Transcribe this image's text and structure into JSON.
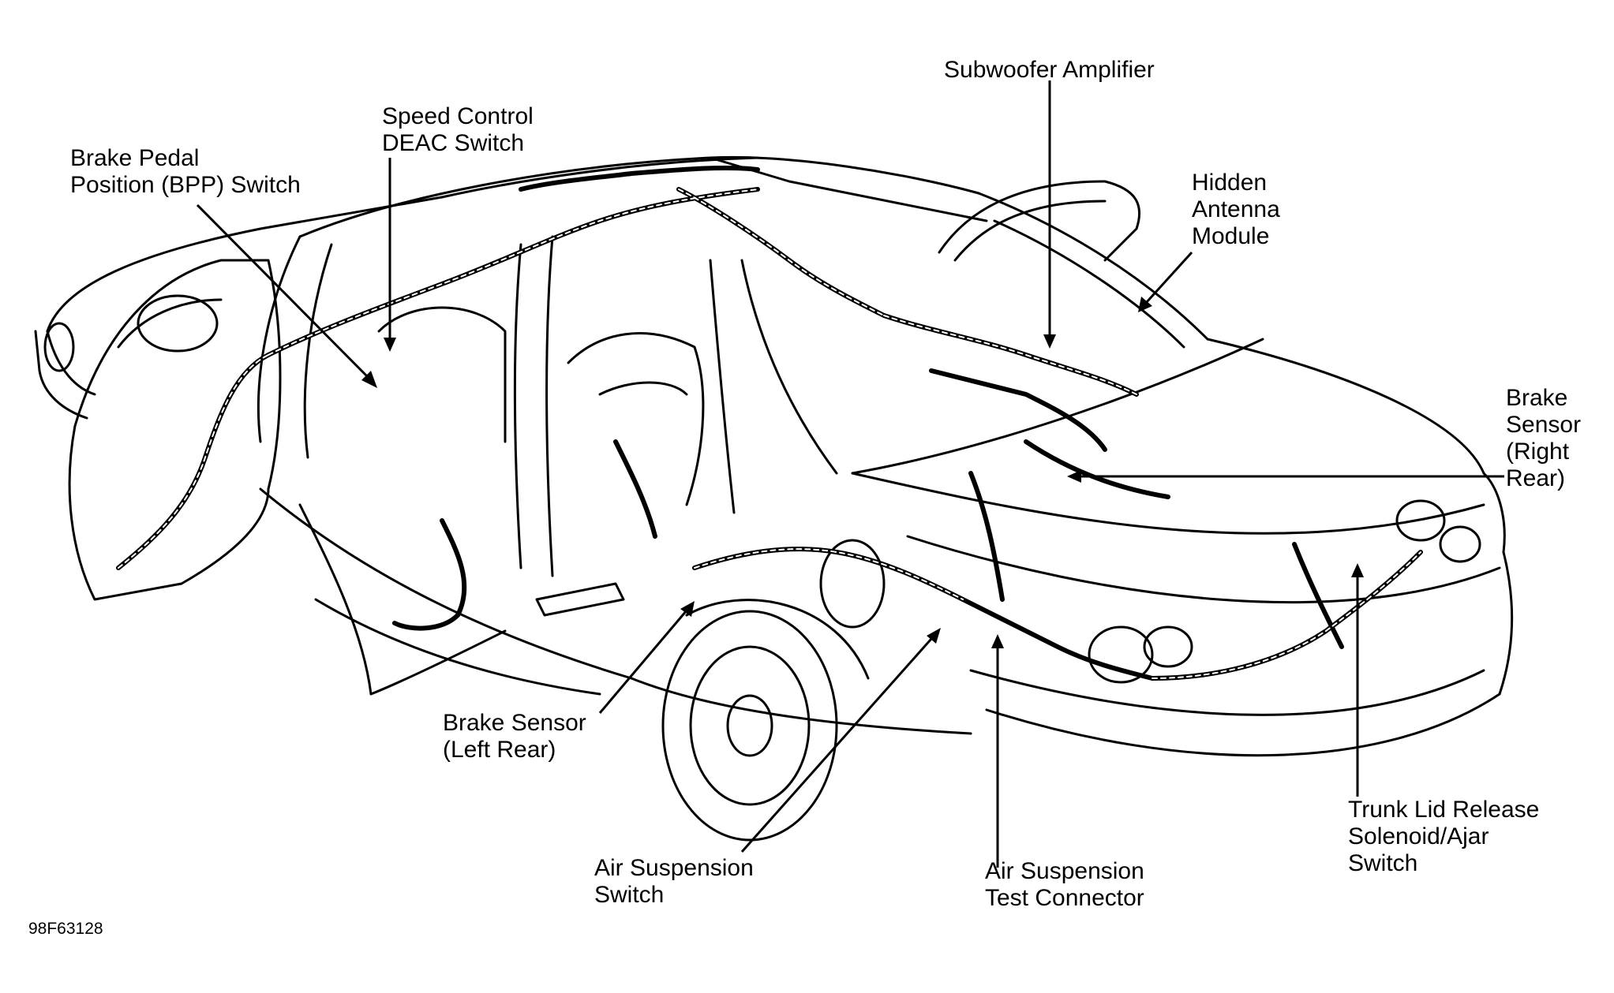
{
  "figure_id": "98F63128",
  "colors": {
    "line": "#000000",
    "background": "#ffffff"
  },
  "labels": {
    "bpp_switch": [
      "Brake Pedal",
      "Position (BPP) Switch"
    ],
    "speed_control": [
      "Speed Control",
      "DEAC Switch"
    ],
    "subwoofer": [
      "Subwoofer Amplifier"
    ],
    "antenna": [
      "Hidden",
      "Antenna",
      "Module"
    ],
    "brake_sensor_right": [
      "Brake",
      "Sensor",
      "(Right",
      "Rear)"
    ],
    "brake_sensor_left": [
      "Brake Sensor",
      "(Left Rear)"
    ],
    "air_susp_switch": [
      "Air Suspension",
      "Switch"
    ],
    "air_susp_test": [
      "Air Suspension",
      "Test Connector"
    ],
    "trunk_lid": [
      "Trunk Lid Release",
      "Solenoid/Ajar",
      "Switch"
    ]
  }
}
